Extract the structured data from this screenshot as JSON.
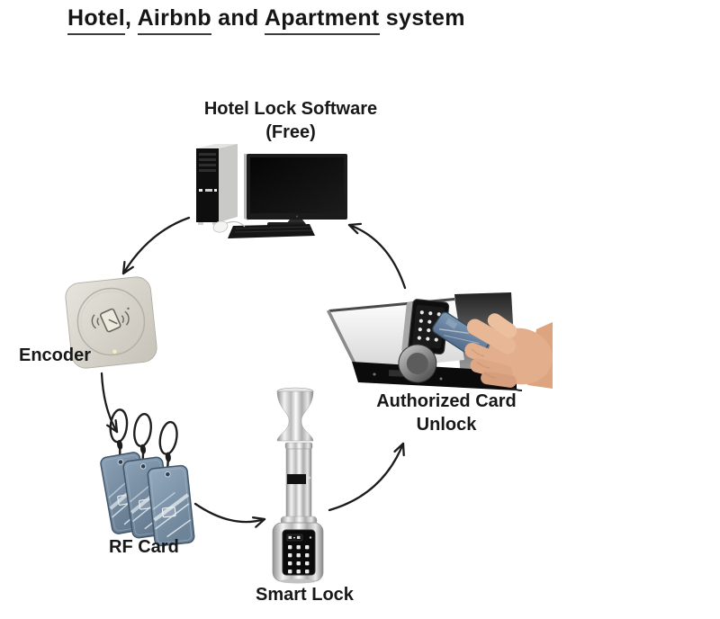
{
  "title": {
    "segments": [
      {
        "text": "Hotel",
        "underlined": true
      },
      {
        "text": ", ",
        "underlined": false
      },
      {
        "text": "Airbnb",
        "underlined": true
      },
      {
        "text": " and ",
        "underlined": false
      },
      {
        "text": "Apartment",
        "underlined": true
      },
      {
        "text": " system",
        "underlined": false
      }
    ]
  },
  "nodes": {
    "software": {
      "line1": "Hotel Lock Software",
      "line2": "(Free)"
    },
    "encoder": {
      "label": "Encoder"
    },
    "rf_card": {
      "label": "RF Card"
    },
    "smart_lock": {
      "label": "Smart Lock"
    },
    "authorized": {
      "line1": "Authorized Card",
      "line2": "Unlock"
    }
  },
  "connections": [
    {
      "from": "hotel-lock-software",
      "to": "encoder"
    },
    {
      "from": "encoder",
      "to": "rf-card"
    },
    {
      "from": "rf-card",
      "to": "smart-lock"
    },
    {
      "from": "smart-lock",
      "to": "authorized-card-unlock"
    },
    {
      "from": "authorized-card-unlock",
      "to": "hotel-lock-software"
    }
  ],
  "colors": {
    "background": "#ffffff",
    "text": "#181818",
    "arrow": "#1c1c1c",
    "encoder_body": "#d8d4cb",
    "rf_card_blue": "#7d95aa",
    "photo_card_blue": "#6f8cab",
    "hand_skin": "#e2ae8c",
    "chrome_light": "#f2f2f2",
    "chrome_dark": "#8a8a8a"
  }
}
